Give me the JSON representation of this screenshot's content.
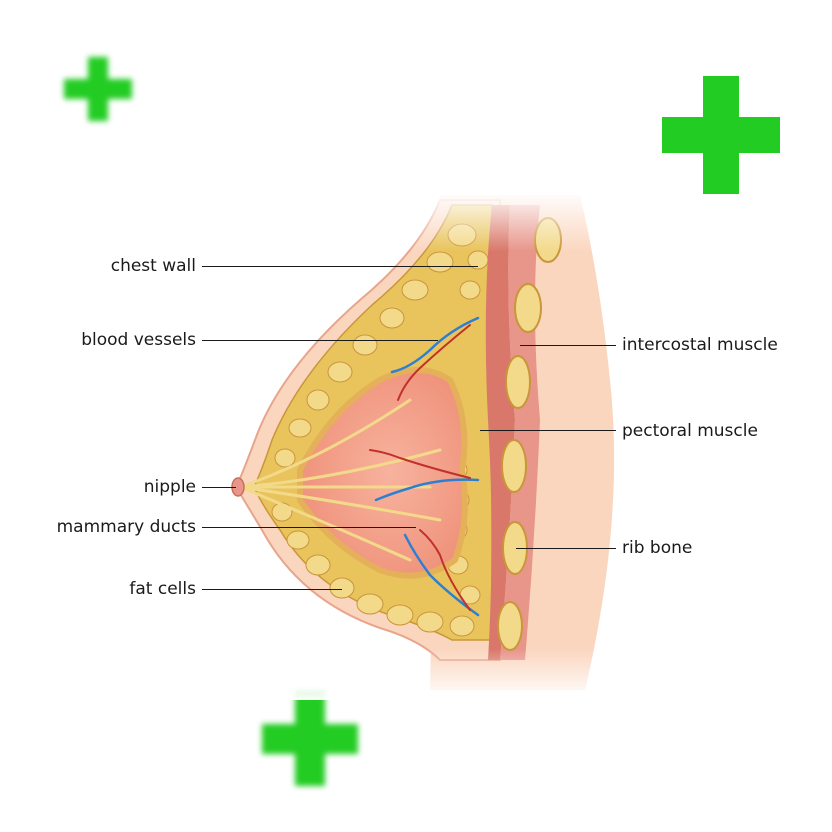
{
  "labels": {
    "chest_wall": "chest wall",
    "blood_vessels": "blood vessels",
    "nipple": "nipple",
    "mammary_ducts": "mammary ducts",
    "fat_cells": "fat cells",
    "intercostal_muscle": "intercostal muscle",
    "pectoral_muscle": "pectoral muscle",
    "rib_bone": "rib bone"
  },
  "colors": {
    "cross_green": "#22cc22",
    "skin": "#fbd6bf",
    "fat": "#e9c45c",
    "gland": "#f4a088",
    "muscle": "#d9786a",
    "vein": "#2f7fd0",
    "artery": "#c2302a"
  },
  "icons": [
    "plus-icon",
    "plus-icon",
    "plus-icon"
  ]
}
